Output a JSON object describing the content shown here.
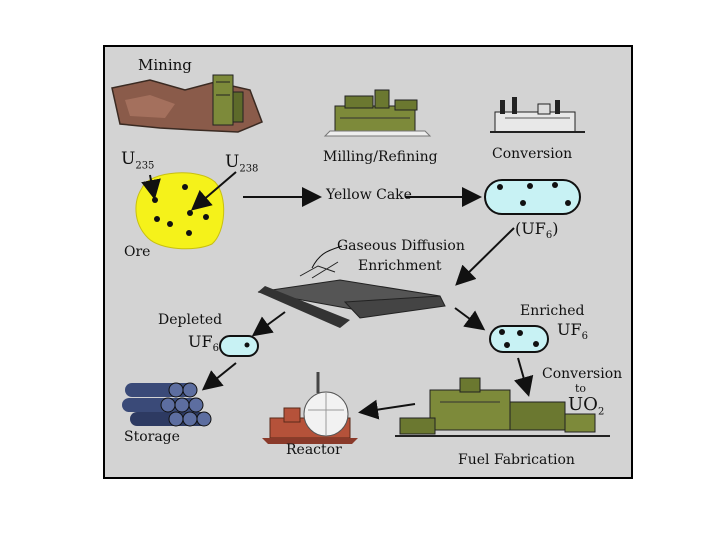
{
  "labels": {
    "mining": "Mining",
    "u235_main": "U",
    "u235_sub": "235",
    "u238_main": "U",
    "u238_sub": "238",
    "ore": "Ore",
    "milling": "Milling/Refining",
    "conversion": "Conversion",
    "yellow_cake": "Yellow Cake",
    "uf6_paren": "(UF",
    "uf6_paren_sub": "6",
    "uf6_paren_close": ")",
    "gaseous_1": "Gaseous Diffusion",
    "gaseous_2": "Enrichment",
    "depleted": "Depleted",
    "depleted_uf_main": "UF",
    "depleted_uf_sub": "6",
    "enriched": "Enriched",
    "enriched_uf_main": "UF",
    "enriched_uf_sub": "6",
    "conversion_to_1": "Conversion",
    "conversion_to_2": "to",
    "uo2_main": "UO",
    "uo2_sub": "2",
    "storage": "Storage",
    "reactor": "Reactor",
    "fuel_fab": "Fuel Fabrication"
  },
  "colors": {
    "panel": "#d3d3d3",
    "ore": "#f5f21a",
    "uf6_capsule": "#c8f2f4",
    "building": "#7d8a3a",
    "rock": "#8a5b4a",
    "storage": "#3a4a78",
    "reactor_base": "#b5523a"
  }
}
